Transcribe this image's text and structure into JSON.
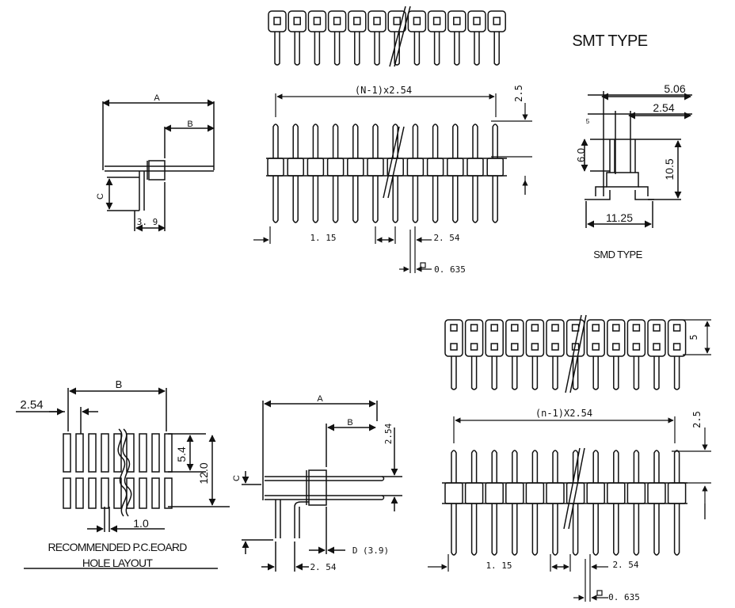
{
  "title": "SMT TYPE",
  "smd_label": "SMD TYPE",
  "recommended_label_1": "RECOMMENDED P.C.EOARD",
  "recommended_label_2": "HOLE LAYOUT",
  "dims": {
    "n1_top": "(N-1)x2.54",
    "d_2_5_top": "2.5",
    "d_1_15_top": "1. 15",
    "d_2_54_top": "2. 54",
    "d_0_635_top": "0. 635",
    "a_top": "A",
    "b_top": "B",
    "c_top": "C",
    "d_3_9_top": "3. 9",
    "smd_5_06": "5.06",
    "smd_2_54": "2.54",
    "smd_5": "5",
    "smd_6_0": "6.0",
    "smd_10_5": "10.5",
    "smd_11_25": "11.25",
    "n1_bottom": "(n-1)X2.54",
    "d_2_5_bottom": "2.5",
    "d_5_bottom": "5",
    "d_1_15_bottom": "1. 15",
    "d_2_54_bottom": "2. 54",
    "d_0_635_bottom": "0. 635",
    "pcb_2_54": "2.54",
    "pcb_b": "B",
    "pcb_5_4": "5.4",
    "pcb_12_0": "12.0",
    "pcb_1_0": "1.0",
    "a_mid": "A",
    "b_mid": "B",
    "c_mid": "C",
    "d_2_54_mid_v": "2.54",
    "d_mid": "D (3.9)",
    "d_2_54_mid_h": "2. 54"
  }
}
